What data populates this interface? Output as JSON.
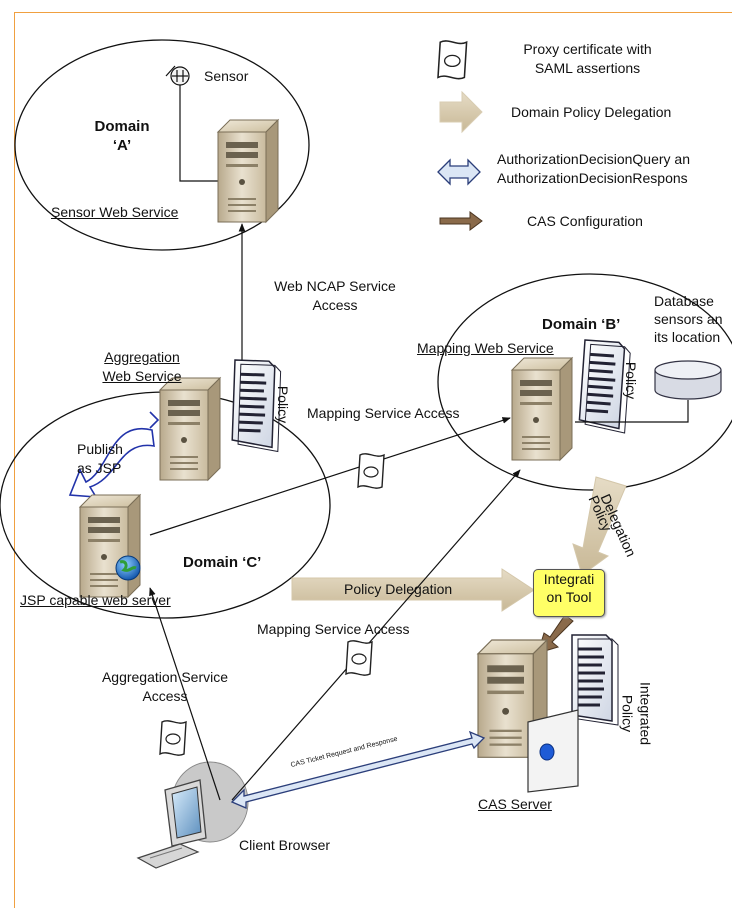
{
  "legend": {
    "items": [
      {
        "lines": [
          "Proxy certificate with",
          "SAML assertions"
        ]
      },
      {
        "lines": [
          "Domain Policy Delegation"
        ]
      },
      {
        "lines": [
          "AuthorizationDecisionQuery an",
          "AuthorizationDecisionRespons"
        ]
      },
      {
        "lines": [
          "CAS Configuration"
        ]
      }
    ]
  },
  "domains": {
    "a": {
      "label": [
        "Domain",
        "‘A’"
      ],
      "sensor": "Sensor",
      "service": "Sensor Web Service"
    },
    "b": {
      "label": "Domain ‘B’",
      "service": "Mapping Web Service",
      "database": [
        "Database",
        "sensors an",
        "its location"
      ]
    },
    "c": {
      "label": "Domain ‘C’",
      "server": "JSP capable web server",
      "aggregation": [
        "Aggregation",
        "Web Service"
      ],
      "publish": [
        "Publish",
        "as JSP"
      ]
    }
  },
  "policy_labels": {
    "aggregation": "Policy",
    "mapping": "Policy",
    "integrated": [
      "Integrated",
      "Policy"
    ]
  },
  "flows": {
    "web_ncap": [
      "Web NCAP Service",
      "Access"
    ],
    "mapping_upper": "Mapping Service Access",
    "mapping_lower": "Mapping Service Access",
    "policy_delegation_h": "Policy Delegation",
    "policy_delegation_v": [
      "Policy",
      "Delegation"
    ],
    "aggregation_access": [
      "Aggregation Service",
      "Access"
    ],
    "cas_request": "CAS Ticket Request and Response"
  },
  "integration_tool": [
    "Integrati",
    "on Tool"
  ],
  "cas_server": "CAS Server",
  "client": "Client Browser"
}
